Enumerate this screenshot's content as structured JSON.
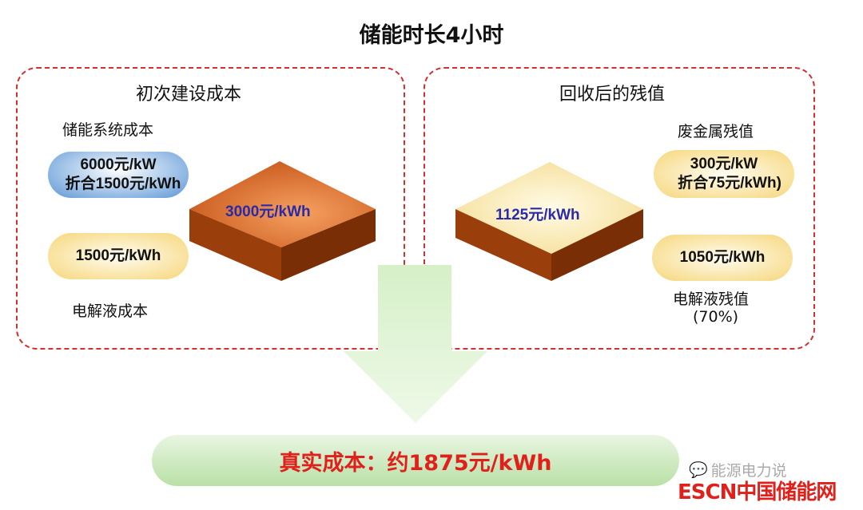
{
  "title": "储能时长4小时",
  "left": {
    "heading": "初次建设成本",
    "system_label": "储能系统成本",
    "system_value_1": "6000元/kW",
    "system_value_2": "折合1500元/kWh",
    "electrolyte_value": "1500元/kWh",
    "electrolyte_label": "电解液成本",
    "total": "3000元/kWh"
  },
  "right": {
    "heading": "回收后的残值",
    "metal_label": "废金属残值",
    "metal_value_1": "300元/kW",
    "metal_value_2": "折合75元/kWh)",
    "electrolyte_value": "1050元/kWh",
    "electrolyte_label": "电解液残值",
    "electrolyte_pct": "(70%)",
    "total": "1125元/kWh"
  },
  "result": "真实成本：约1875元/kWh",
  "watermark": {
    "wechat": "能源电力说",
    "logo": "ESCN中国储能网"
  },
  "colors": {
    "dash": "#d32f2f",
    "result_text": "#e0201b",
    "value_text": "#2b2aa8"
  }
}
